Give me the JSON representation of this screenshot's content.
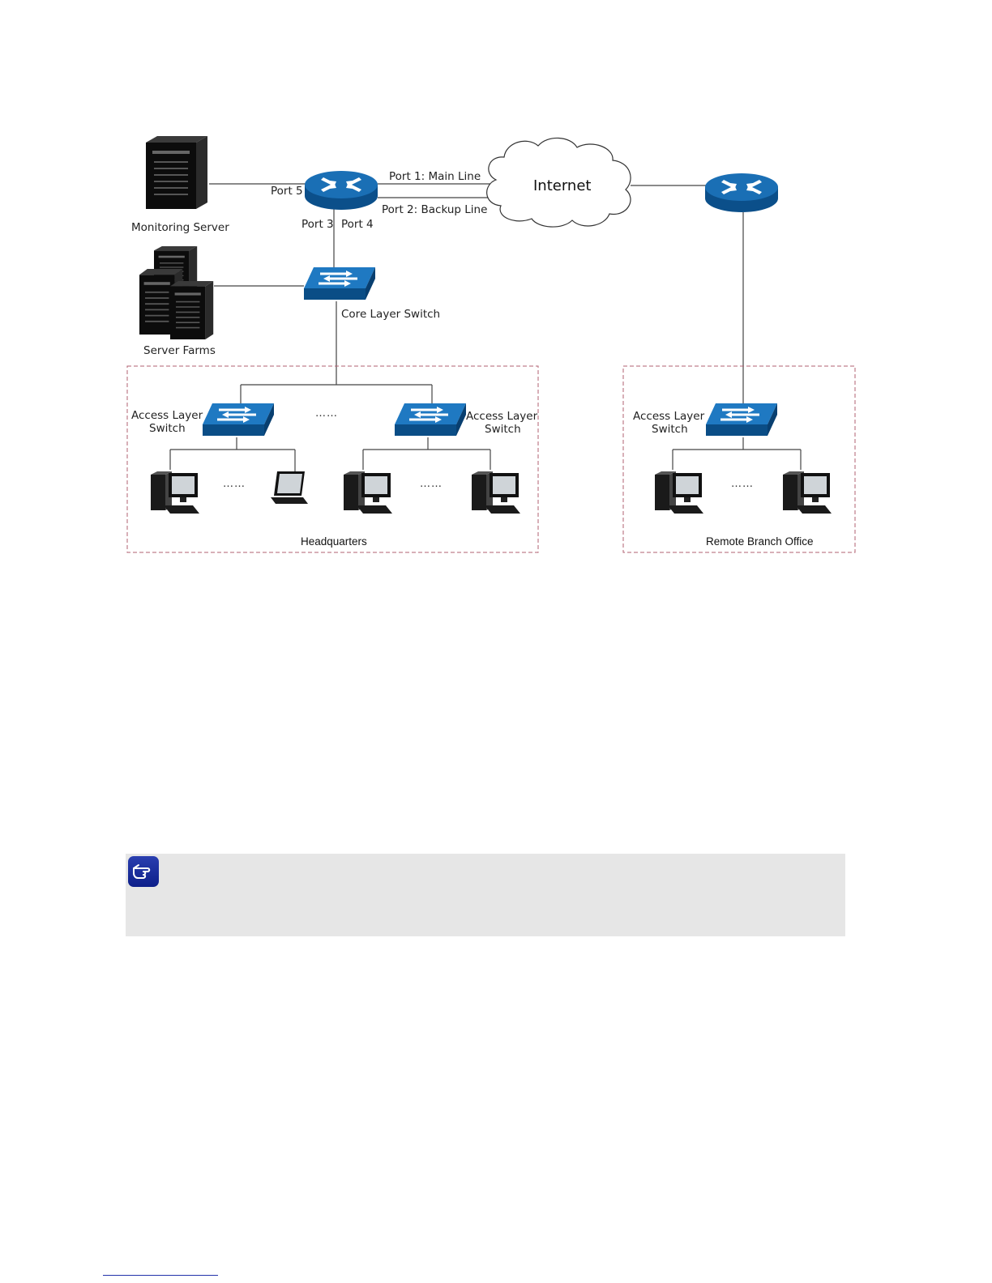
{
  "diagram": {
    "labels": {
      "monitoring_server": "Monitoring Server",
      "server_farms": "Server Farms",
      "port5": "Port 5",
      "port3": "Port 3",
      "port4": "Port 4",
      "port1": "Port 1: Main Line",
      "port2": "Port 2: Backup Line",
      "internet": "Internet",
      "core_switch": "Core Layer Switch",
      "access_switch_line1": "Access Layer",
      "access_switch_line2": "Switch",
      "ellipsis": "……",
      "headquarters": "Headquarters",
      "remote_branch": "Remote Branch Office"
    }
  },
  "note": {
    "icon": "pointing-hand-icon"
  }
}
